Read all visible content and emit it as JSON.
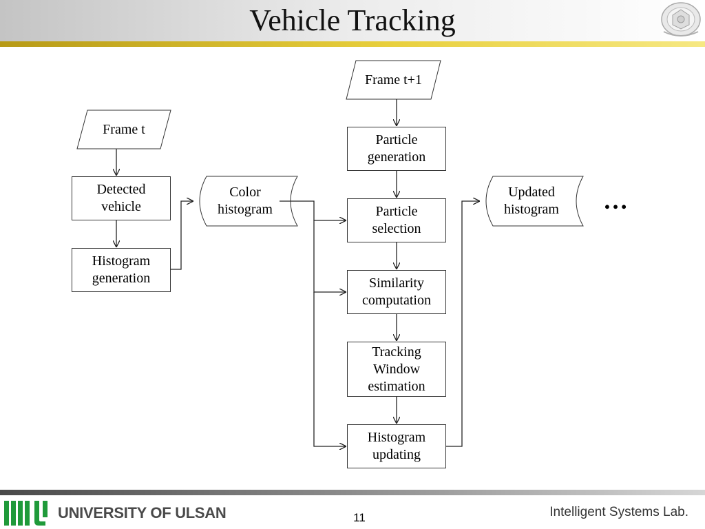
{
  "slide": {
    "title": "Vehicle Tracking",
    "page_number": "11"
  },
  "footer": {
    "university": "UNIVERSITY OF ULSAN",
    "lab": "Intelligent Systems Lab."
  },
  "diagram": {
    "frame_t": "Frame t",
    "frame_t1": "Frame t+1",
    "detected_vehicle": "Detected vehicle",
    "histogram_generation": "Histogram generation",
    "color_histogram": "Color histogram",
    "particle_generation": "Particle generation",
    "particle_selection": "Particle selection",
    "similarity_computation": "Similarity computation",
    "tracking_window_estimation": "Tracking Window estimation",
    "histogram_updating": "Histogram updating",
    "updated_histogram": "Updated histogram",
    "continuation": "…"
  },
  "colors": {
    "header_rule": "#d4b526",
    "footer_bar": "#6e6e6e",
    "logo_green": "#1f9a3a"
  },
  "icons": [
    "university-seal-icon",
    "university-logo-icon"
  ]
}
